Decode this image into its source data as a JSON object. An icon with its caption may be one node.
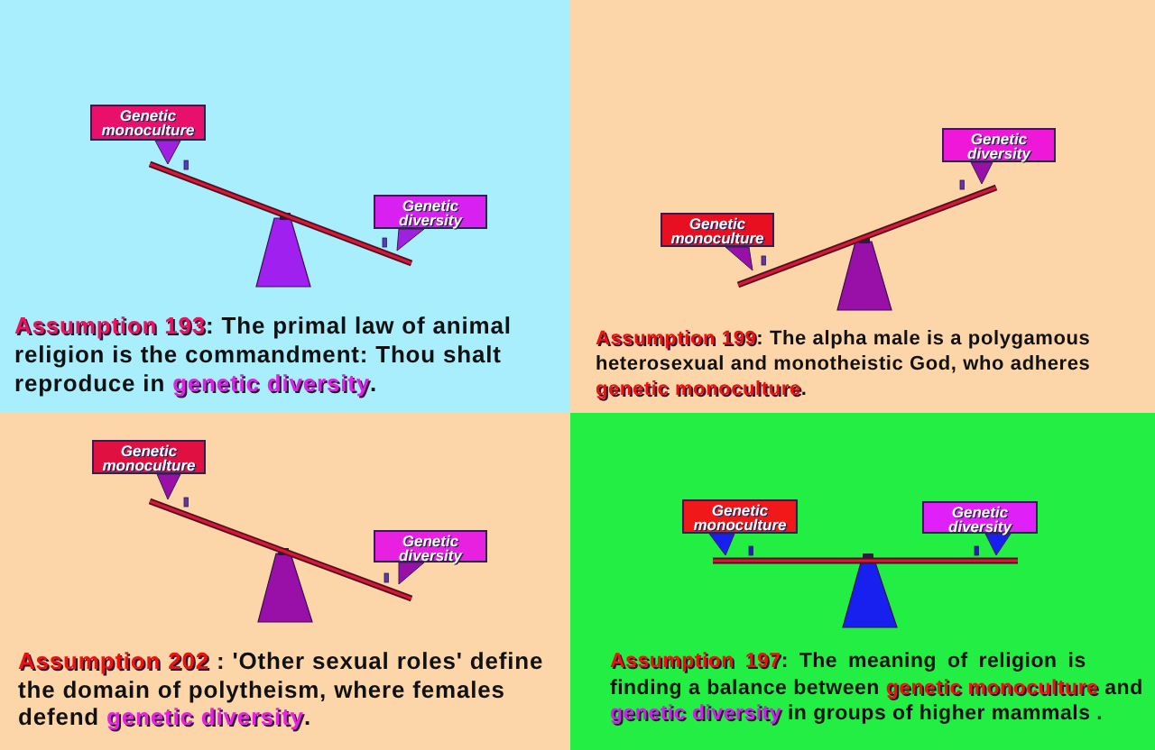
{
  "diagram": {
    "nodes": [
      {
        "text": [
          "**Assumption 193**: The primal law of animal religion is the commandment: Thou shalt reproduce in **genetic diversity**."
        ]
      },
      {
        "text": [
          "Genetic monoculture"
        ],
        "in": 0
      },
      {
        "text": [
          "Genetic diversity"
        ],
        "in": 0
      },
      {
        "text": [
          "**Assumption 199**: The alpha male is a polygamous heterosexual and monotheistic God, who adheres **genetic monoculture**."
        ]
      },
      {
        "text": [
          "Genetic diversity"
        ],
        "in": 3
      },
      {
        "text": [
          "Genetic monoculture"
        ],
        "in": 3
      },
      {
        "text": [
          "**Assumption 202** : 'Other sexual roles' define the domain of polytheism, where females defend **genetic diversity**."
        ]
      },
      {
        "text": [
          "Genetic monoculture"
        ],
        "in": 6
      },
      {
        "text": [
          "Genetic diversity"
        ],
        "in": 6
      },
      {
        "text": [
          "**Assumption 197**: The meaning of religion is finding a balance between **genetic monoculture** and **genetic diversity** in groups of higher mammals ."
        ]
      },
      {
        "text": [
          "Genetic monoculture"
        ],
        "in": 9
      },
      {
        "text": [
          "Genetic diversity"
        ],
        "in": 9
      }
    ]
  }
}
